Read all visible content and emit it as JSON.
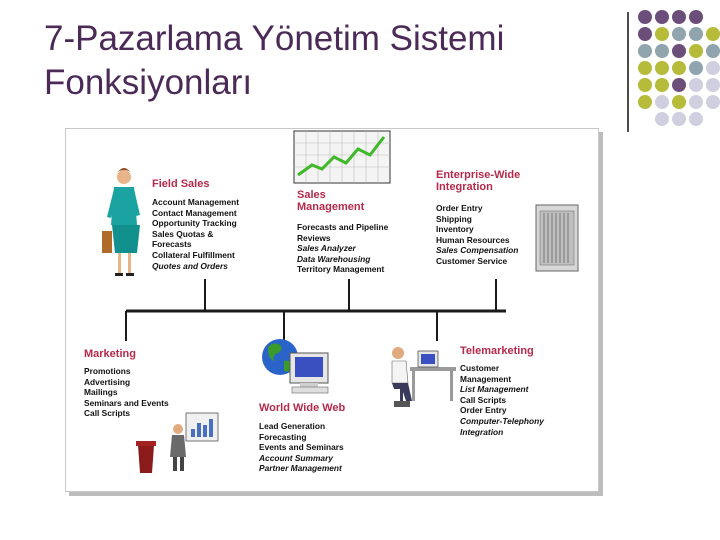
{
  "title": {
    "line1": "7-Pazarlama Yönetim Sistemi",
    "line2": "Fonksiyonları"
  },
  "colors": {
    "title": "#4b2a57",
    "heading": "#b5294a",
    "dot_purple": "#6b4f7a",
    "dot_teal": "#8fa4ac",
    "dot_olive": "#b7bb3a",
    "dot_lilac": "#cfcfe0",
    "line": "#1a1a1a"
  },
  "sections": {
    "field_sales": {
      "heading": "Field Sales",
      "items": [
        {
          "text": "Account Management",
          "italic": false
        },
        {
          "text": "Contact Management",
          "italic": false
        },
        {
          "text": "Opportunity Tracking",
          "italic": false
        },
        {
          "text": "Sales Quotas &",
          "italic": false
        },
        {
          "text": "Forecasts",
          "italic": false
        },
        {
          "text": "Collateral Fulfillment",
          "italic": false
        },
        {
          "text": "Quotes and Orders",
          "italic": true
        }
      ]
    },
    "sales_management": {
      "heading": "Sales Management",
      "heading_lines": [
        "Sales",
        "Management"
      ],
      "items": [
        {
          "text": "Forecasts and Pipeline",
          "italic": false
        },
        {
          "text": "Reviews",
          "italic": false
        },
        {
          "text": "Sales Analyzer",
          "italic": true
        },
        {
          "text": "Data Warehousing",
          "italic": true
        },
        {
          "text": "Territory Management",
          "italic": false
        }
      ]
    },
    "enterprise": {
      "heading": "Enterprise-Wide Integration",
      "heading_lines": [
        "Enterprise-Wide",
        "Integration"
      ],
      "items": [
        {
          "text": "Order Entry",
          "italic": false
        },
        {
          "text": "Shipping",
          "italic": false
        },
        {
          "text": "Inventory",
          "italic": false
        },
        {
          "text": "Human Resources",
          "italic": false
        },
        {
          "text": "Sales Compensation",
          "italic": true
        },
        {
          "text": "Customer Service",
          "italic": false
        }
      ]
    },
    "marketing": {
      "heading": "Marketing",
      "items": [
        {
          "text": "Promotions",
          "italic": false
        },
        {
          "text": "Advertising",
          "italic": false
        },
        {
          "text": "Mailings",
          "italic": false
        },
        {
          "text": "Seminars and Events",
          "italic": false
        },
        {
          "text": "Call Scripts",
          "italic": false
        }
      ]
    },
    "www": {
      "heading": "World Wide Web",
      "items": [
        {
          "text": "Lead Generation",
          "italic": false
        },
        {
          "text": "Forecasting",
          "italic": false
        },
        {
          "text": "Events and Seminars",
          "italic": false
        },
        {
          "text": "Account Summary",
          "italic": true
        },
        {
          "text": "Partner Management",
          "italic": true
        }
      ]
    },
    "telemarketing": {
      "heading": "Telemarketing",
      "items": [
        {
          "text": "Customer",
          "italic": false
        },
        {
          "text": "Management",
          "italic": false
        },
        {
          "text": "List Management",
          "italic": true
        },
        {
          "text": "Call Scripts",
          "italic": false
        },
        {
          "text": "Order Entry",
          "italic": false
        },
        {
          "text": "Computer-Telephony",
          "italic": true
        },
        {
          "text": "Integration",
          "italic": true
        }
      ]
    }
  }
}
